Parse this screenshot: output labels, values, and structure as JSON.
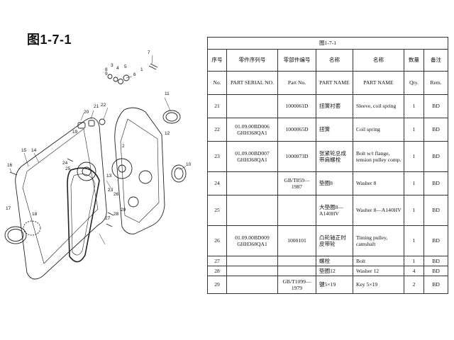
{
  "figure_label": "图1-7-1",
  "table": {
    "caption": "图1-7-1",
    "headers": {
      "no": {
        "cn": "序号",
        "en": "No."
      },
      "serial": {
        "cn": "零件序列号",
        "en": "PART SERIAL NO."
      },
      "part_no": {
        "cn": "零部件编号",
        "en": "Part No."
      },
      "name_cn": {
        "cn": "名称",
        "en": "PART NAME"
      },
      "name_en": {
        "cn": "名称",
        "en": "PART NAME"
      },
      "qty": {
        "cn": "数量",
        "en": "Qty."
      },
      "remark": {
        "cn": "备注",
        "en": "Rem."
      }
    },
    "rows": [
      {
        "no": "21",
        "serial": "",
        "part_no": "1000061D",
        "name_cn": "扭簧衬套",
        "name_en": "Sleeve, coil spring",
        "qty": "1",
        "rem": "BD"
      },
      {
        "no": "22",
        "serial": "01.09.00BD006 GHH368QA1",
        "part_no": "1000065D",
        "name_cn": "扭簧",
        "name_en": "Coil spring",
        "qty": "1",
        "rem": "BD"
      },
      {
        "no": "23",
        "serial": "01.09.00BD007 GHH368QA1",
        "part_no": "1000073D",
        "name_cn": "张紧轮总成带肩螺栓",
        "name_en": "Bolt w/t flange, tension pulley comp.",
        "qty": "1",
        "rem": "BD"
      },
      {
        "no": "24",
        "serial": "",
        "part_no": "GB/T859—1987",
        "name_cn": "垫圈8",
        "name_en": "Washer 8",
        "qty": "1",
        "rem": "BD"
      },
      {
        "no": "25",
        "serial": "",
        "part_no": "",
        "name_cn": "大垫圈8—A140HV",
        "name_en": "Washer 8—A140HV",
        "qty": "1",
        "rem": "BD"
      },
      {
        "no": "26",
        "serial": "01.09.00BD009 GHH368QA1",
        "part_no": "1000101",
        "name_cn": "凸轮轴正时皮带轮",
        "name_en": "Timing pulley, camshaft",
        "qty": "1",
        "rem": "BD"
      },
      {
        "no": "27",
        "serial": "",
        "part_no": "",
        "name_cn": "螺栓",
        "name_en": "Bolt",
        "qty": "1",
        "rem": "BD"
      },
      {
        "no": "28",
        "serial": "",
        "part_no": "",
        "name_cn": "垫圈12",
        "name_en": "Washer 12",
        "qty": "4",
        "rem": "BD"
      },
      {
        "no": "29",
        "serial": "",
        "part_no": "GB/T1099—1979",
        "name_cn": "键5×19",
        "name_en": "Key 5×19",
        "qty": "2",
        "rem": "BD"
      }
    ]
  },
  "diagram": {
    "callouts": [
      "1",
      "2",
      "3",
      "4",
      "5",
      "6",
      "7",
      "8",
      "9",
      "10",
      "11",
      "12",
      "13",
      "14",
      "15",
      "16",
      "17",
      "18",
      "19",
      "20",
      "21",
      "22",
      "23",
      "24",
      "25",
      "26",
      "27",
      "28",
      "29"
    ]
  }
}
